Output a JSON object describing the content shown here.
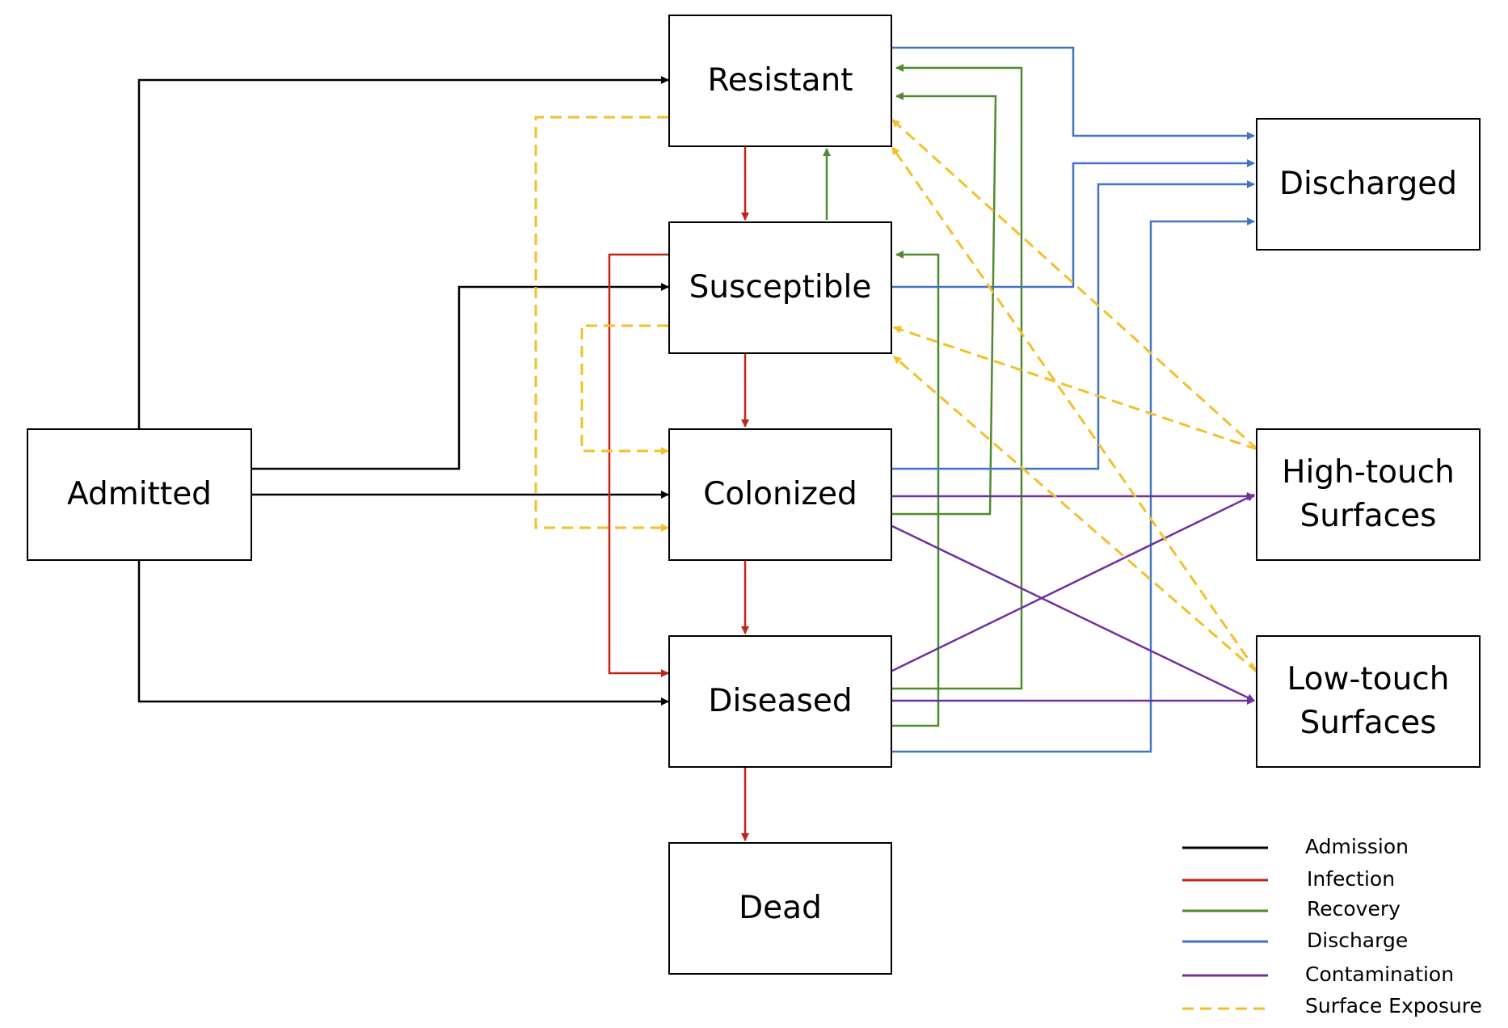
{
  "nodes": {
    "admitted": "Admitted",
    "resistant": "Resistant",
    "susceptible": "Susceptible",
    "colonized": "Colonized",
    "diseased": "Diseased",
    "dead": "Dead",
    "discharged": "Discharged",
    "high_touch_line1": "High-touch",
    "high_touch_line2": "Surfaces",
    "low_touch_line1": "Low-touch",
    "low_touch_line2": "Surfaces"
  },
  "legend": {
    "admission": "Admission",
    "infection": "Infection",
    "recovery": "Recovery",
    "discharge": "Discharge",
    "contamination": "Contamination",
    "surface_exposure": "Surface Exposure"
  },
  "colors": {
    "admission": "#000000",
    "infection": "#c0251c",
    "recovery": "#4f8a2f",
    "discharge": "#4472c4",
    "contamination": "#7030a0",
    "surface_exposure": "#f4bf2a"
  }
}
